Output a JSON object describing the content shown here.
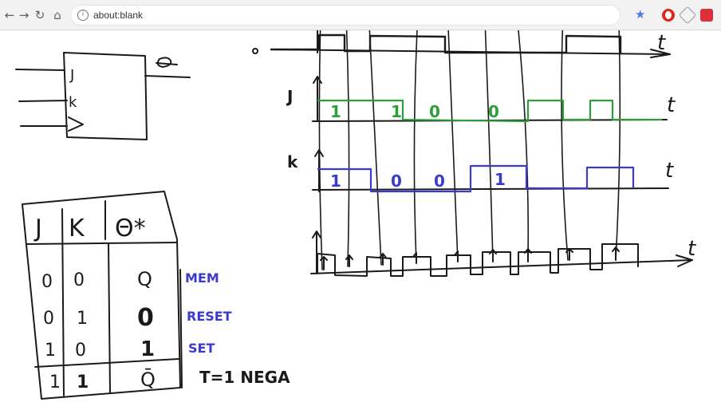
{
  "browser": {
    "url": "about:blank",
    "icons": [
      "back-arrow-icon",
      "forward-arrow-icon",
      "reload-icon",
      "home-icon",
      "info-icon",
      "bookmark-star-icon",
      "opera-extension-icon",
      "tag-extension-icon",
      "red-extension-icon"
    ]
  },
  "drawing": {
    "block_ports": {
      "j": "J",
      "k": "k"
    },
    "timeline_labels": {
      "j": "J",
      "k": "k"
    },
    "time_axis_label": "t",
    "j_bits": [
      "1",
      "1",
      "0",
      "0"
    ],
    "k_bits": [
      "1",
      "0",
      "0",
      "1"
    ],
    "truth_table": {
      "headers": [
        "J",
        "K",
        "Θ*"
      ],
      "rows": [
        {
          "j": "0",
          "k": "0",
          "q": "Q",
          "note": "MEM"
        },
        {
          "j": "0",
          "k": "1",
          "q": "0",
          "note": "RESET"
        },
        {
          "j": "1",
          "k": "0",
          "q": "1",
          "note": "SET"
        },
        {
          "j": "1",
          "k": "1",
          "q": "Q̄",
          "note": "T=1  NEGA"
        }
      ]
    },
    "colors": {
      "ink": "#1a1a1a",
      "j_signal": "#2e9e3a",
      "k_signal": "#3a3ad0",
      "notes": "#3a3ad0"
    }
  }
}
